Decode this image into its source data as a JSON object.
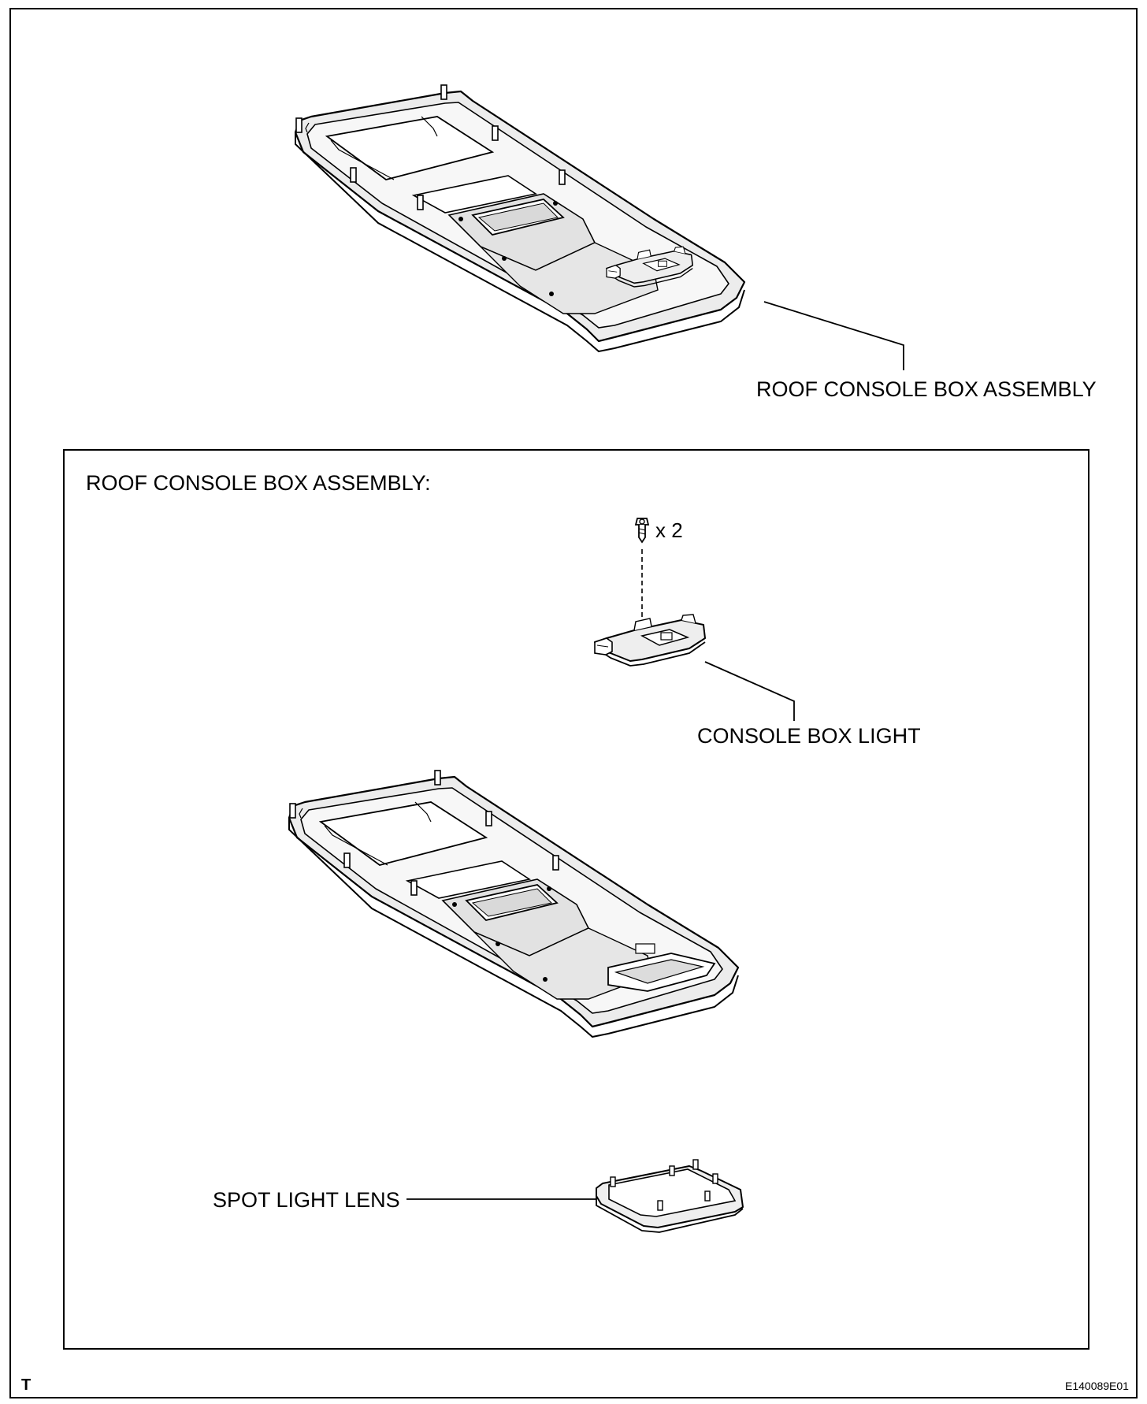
{
  "labels": {
    "top_assembly": "ROOF CONSOLE BOX ASSEMBLY",
    "inset_title": "ROOF CONSOLE BOX ASSEMBLY:",
    "screw_qty": "x 2",
    "console_box_light": "CONSOLE BOX LIGHT",
    "spot_light_lens": "SPOT LIGHT LENS"
  },
  "footer": {
    "corner_mark": "T",
    "figure_code": "E140089E01"
  }
}
